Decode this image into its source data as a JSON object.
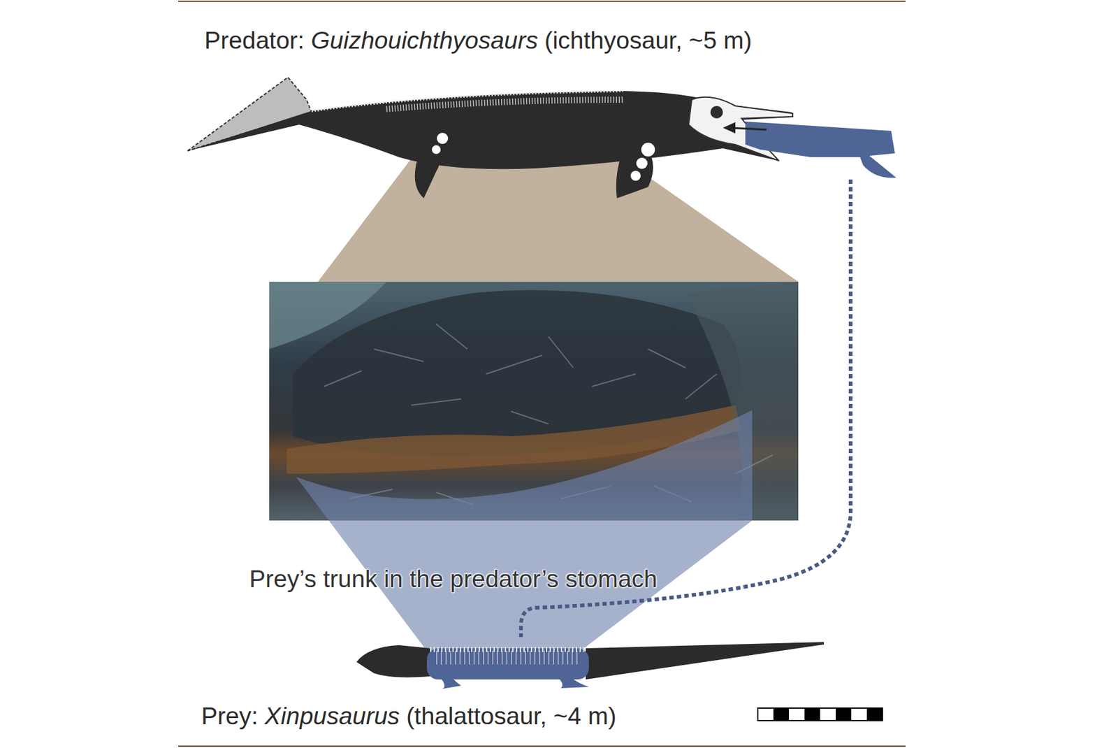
{
  "diagram": {
    "labels": [
      "Predator:",
      "Guizhouichthyosaurs",
      "(ichthyosaur, ~5 m)",
      "Prey’s trunk in the predator’s stomach",
      "Prey:",
      "Xinpusaurus",
      "(thalattosaur, ~4 m)"
    ]
  }
}
